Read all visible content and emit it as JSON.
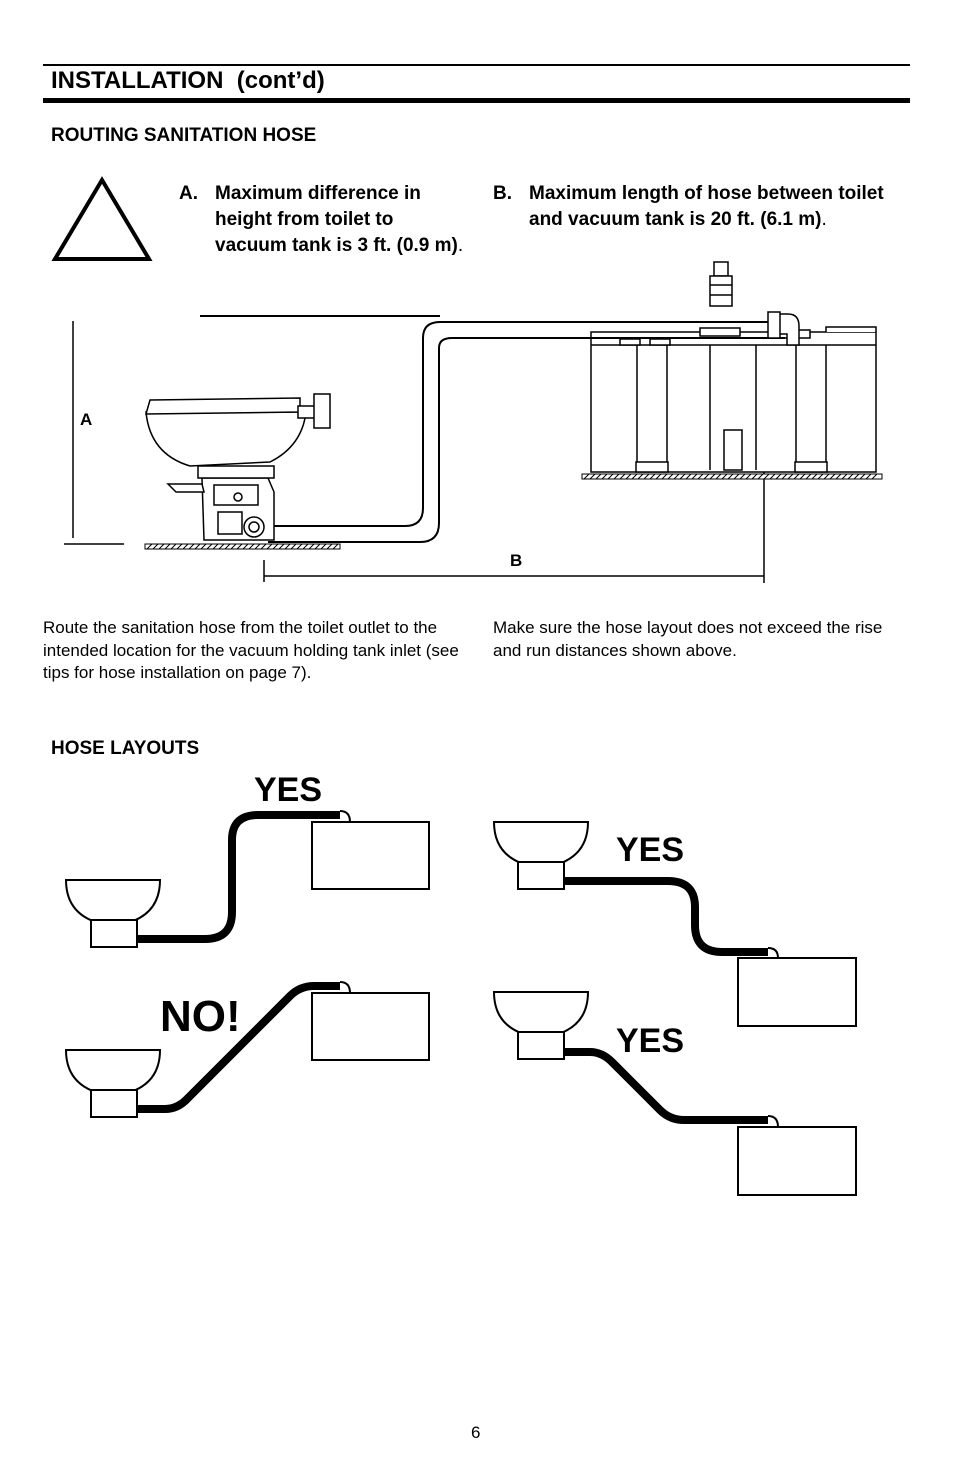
{
  "header": {
    "title": "INSTALLATION  (cont’d)"
  },
  "routing": {
    "title": "ROUTING SANITATION HOSE",
    "items": [
      {
        "letter": "A.",
        "text": "Maximum difference in height from toilet to vacuum tank is 3 ft. (0.9 m)",
        "end": "."
      },
      {
        "letter": "B.",
        "text": "Maximum length of hose between toilet and vacuum tank is 20 ft. (6.1 m)",
        "end": "."
      }
    ],
    "warning_icon": "warning-triangle-icon",
    "diagram": {
      "label_a": "A",
      "label_b": "B"
    }
  },
  "body": {
    "left": "Route the sanitation hose from the toilet outlet to the intended location for the vacuum holding tank inlet (see tips for hose installation on page 7).",
    "right": "Make sure the hose layout does not exceed the rise and run distances shown above."
  },
  "layouts": {
    "title": "HOSE LAYOUTS",
    "labels": [
      "YES",
      "YES",
      "NO!",
      "YES"
    ]
  },
  "footer": {
    "page_number": "6"
  }
}
